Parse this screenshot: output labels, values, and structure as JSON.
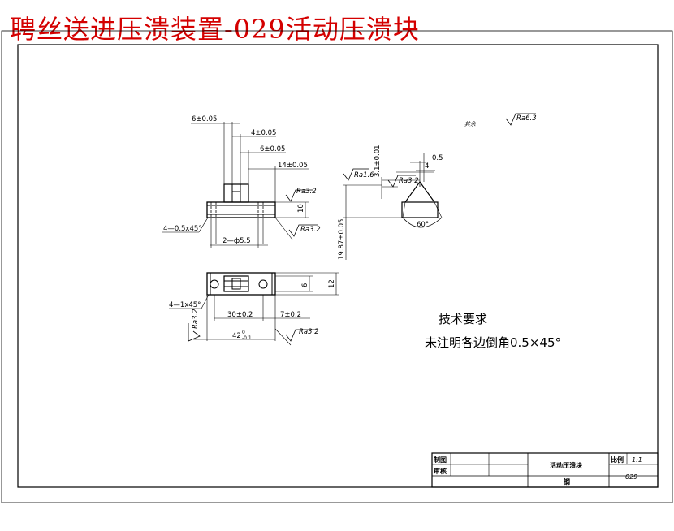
{
  "banner": {
    "title": "聘丝送进压溃装置-029活动压溃块"
  },
  "front_view": {
    "dim_width_top": "6±0.05",
    "dim_4": "4±0.05",
    "dim_6b": "6±0.05",
    "dim_14": "14±0.05",
    "rough_top": "Ra3.2",
    "dim_height": "10",
    "rough_side": "Ra3.2",
    "chamfer": "4—0.5x45°",
    "holes": "2—ф5.5"
  },
  "side_view": {
    "dim_05": "0.5",
    "dim_31": "3.1±0.01",
    "dim_4": "4",
    "rough_left": "Ra1.6",
    "rough_mid": "Ra3.2",
    "dim_1987": "19.87±0.05",
    "angle": "60°"
  },
  "top_view": {
    "chamfer": "4—1x45°",
    "rough_left": "Ra3.2",
    "dim_30": "30±0.2",
    "dim_7": "7±0.2",
    "dim_42": "42",
    "dim_42_tol": "0",
    "dim_42_tol_low": "-0.1",
    "rough_bottom": "Ra3.2",
    "dim_6": "6",
    "dim_12": "12"
  },
  "general_roughness": {
    "mark": "其余",
    "value": "Ra6.3"
  },
  "notes": {
    "heading": "技术要求",
    "line1": "未注明各边倒角0.5×45°"
  },
  "title_block": {
    "drawn_label": "制图",
    "checked_label": "审核",
    "part_name": "活动压溃块",
    "scale_label": "比例",
    "scale_value": "1:1",
    "material": "钢",
    "drawing_no": "029"
  }
}
